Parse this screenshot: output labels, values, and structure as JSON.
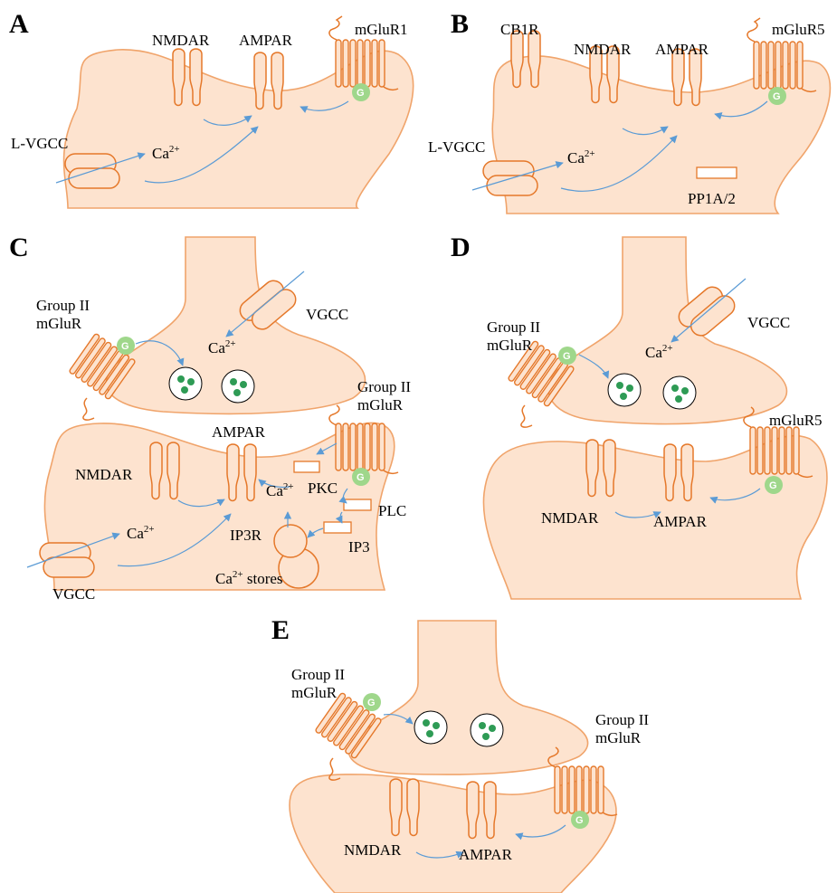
{
  "panels": {
    "A": {
      "letter": "A",
      "nmdar": "NMDAR",
      "ampar": "AMPAR",
      "mglur": "mGluR1",
      "lvgcc": "L-VGCC",
      "ca": "Ca",
      "ca_sup": "2+",
      "g": "G"
    },
    "B": {
      "letter": "B",
      "cb1r": "CB1R",
      "nmdar": "NMDAR",
      "ampar": "AMPAR",
      "mglur": "mGluR5",
      "lvgcc": "L-VGCC",
      "ca": "Ca",
      "ca_sup": "2+",
      "pp": "PP1A/2",
      "g": "G"
    },
    "C": {
      "letter": "C",
      "group_pre_1": "Group II",
      "group_pre_2": "mGluR",
      "vgcc_pre": "VGCC",
      "ca_pre": "Ca",
      "ca_pre_sup": "2+",
      "group_post_1": "Group II",
      "group_post_2": "mGluR",
      "ampar": "AMPAR",
      "nmdar": "NMDAR",
      "pkc": "PKC",
      "plc": "PLC",
      "ip3": "IP3",
      "ip3r": "IP3R",
      "ca_ip3": "Ca",
      "ca_ip3_sup": "2+",
      "ca_post": "Ca",
      "ca_post_sup": "2+",
      "vgcc_post": "VGCC",
      "stores_ca": "Ca",
      "stores_sup": "2+",
      "stores_rest": " stores",
      "g": "G"
    },
    "D": {
      "letter": "D",
      "group_1": "Group II",
      "group_2": "mGluR",
      "vgcc": "VGCC",
      "ca": "Ca",
      "ca_sup": "2+",
      "mglur5": "mGluR5",
      "nmdar": "NMDAR",
      "ampar": "AMPAR",
      "g": "G"
    },
    "E": {
      "letter": "E",
      "group_pre_1": "Group II",
      "group_pre_2": "mGluR",
      "group_post_1": "Group II",
      "group_post_2": "mGluR",
      "nmdar": "NMDAR",
      "ampar": "AMPAR",
      "g": "G"
    }
  },
  "colors": {
    "cell_fill": "#fde3cf",
    "membrane": "#f0a46b",
    "receptor_stroke": "#e5782a",
    "g_protein": "#9fd78b",
    "arrow": "#5b9bd5",
    "neurotransmitter": "#2e9b55"
  }
}
